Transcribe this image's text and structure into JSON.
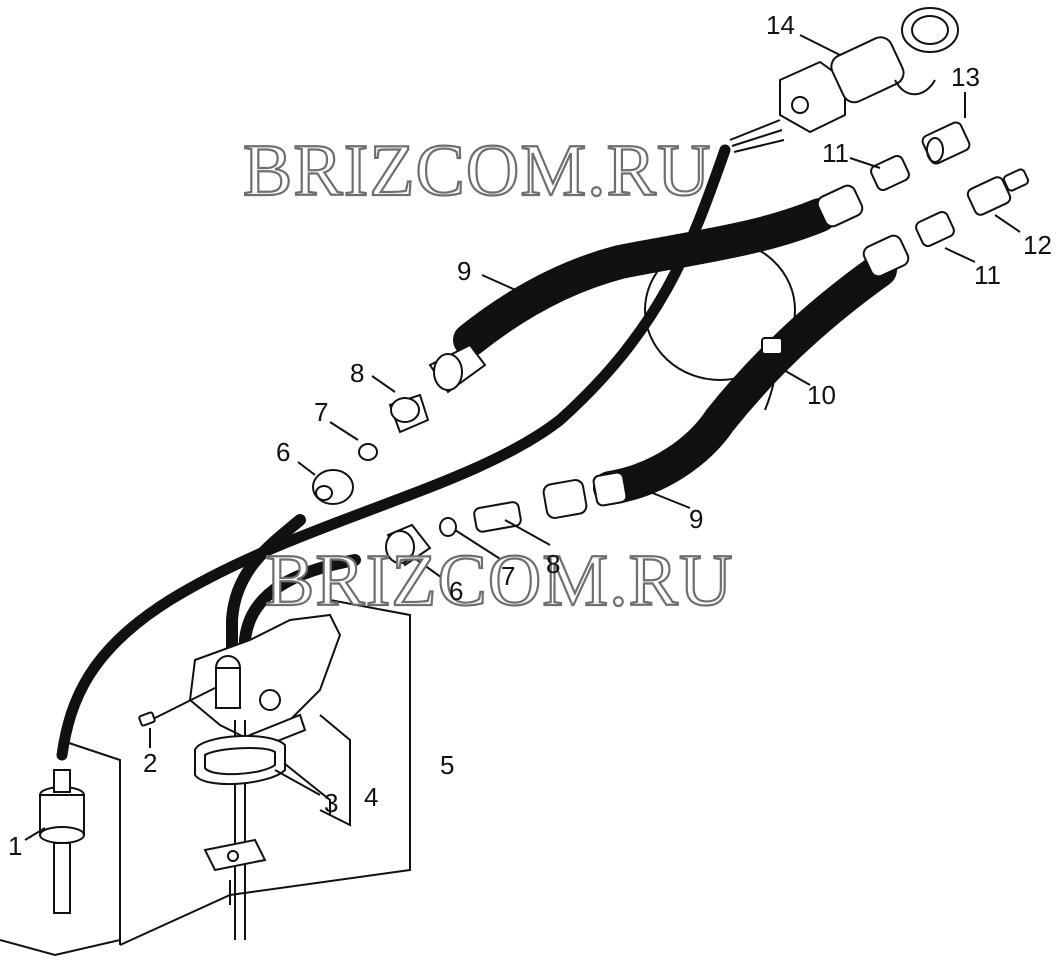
{
  "watermarks": [
    "BRIZCOM.RU",
    "BRIZCOM.RU"
  ],
  "callouts": [
    {
      "id": "c1",
      "text": "1"
    },
    {
      "id": "c2",
      "text": "2"
    },
    {
      "id": "c3",
      "text": "3"
    },
    {
      "id": "c4",
      "text": "4"
    },
    {
      "id": "c5",
      "text": "5"
    },
    {
      "id": "c6a",
      "text": "6"
    },
    {
      "id": "c6b",
      "text": "6"
    },
    {
      "id": "c7a",
      "text": "7"
    },
    {
      "id": "c7b",
      "text": "7"
    },
    {
      "id": "c8a",
      "text": "8"
    },
    {
      "id": "c8b",
      "text": "8"
    },
    {
      "id": "c9a",
      "text": "9"
    },
    {
      "id": "c9b",
      "text": "9"
    },
    {
      "id": "c10",
      "text": "10"
    },
    {
      "id": "c11a",
      "text": "11"
    },
    {
      "id": "c11b",
      "text": "11"
    },
    {
      "id": "c12",
      "text": "12"
    },
    {
      "id": "c13",
      "text": "13"
    },
    {
      "id": "c14",
      "text": "14"
    }
  ]
}
